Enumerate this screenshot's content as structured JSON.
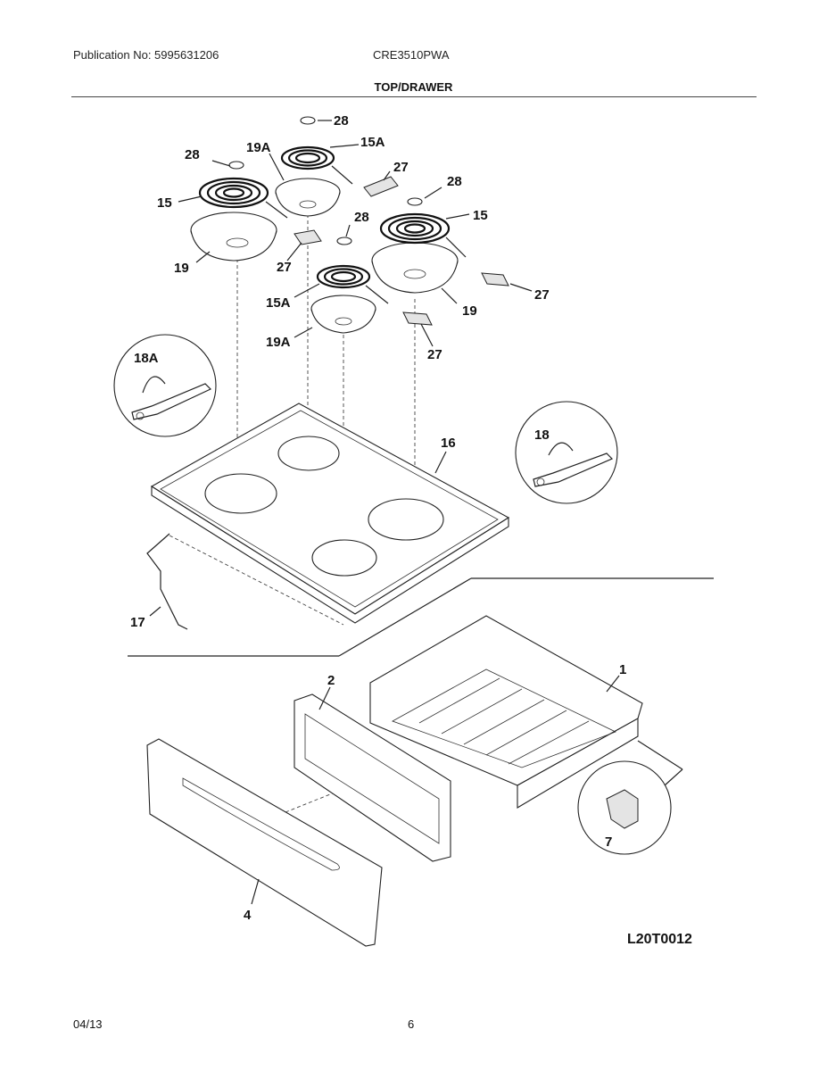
{
  "header": {
    "publication": "Publication No: 5995631206",
    "model": "CRE3510PWA",
    "section_title": "TOP/DRAWER"
  },
  "callouts": {
    "c28_top": "28",
    "c15A_top": "15A",
    "c19A_top": "19A",
    "c28_left": "28",
    "c27_top": "27",
    "c28_right": "28",
    "c15_left": "15",
    "c28_mid": "28",
    "c15_right": "15",
    "c19_left": "19",
    "c27_left": "27",
    "c15A_bottom": "15A",
    "c19_right": "19",
    "c27_right": "27",
    "c19A_bottom": "19A",
    "c27_bottom": "27",
    "c18A": "18A",
    "c16": "16",
    "c18": "18",
    "c17": "17",
    "c1": "1",
    "c2": "2",
    "c7": "7",
    "c4": "4"
  },
  "diagram_code": "L20T0012",
  "footer": {
    "date": "04/13",
    "page_number": "6"
  }
}
